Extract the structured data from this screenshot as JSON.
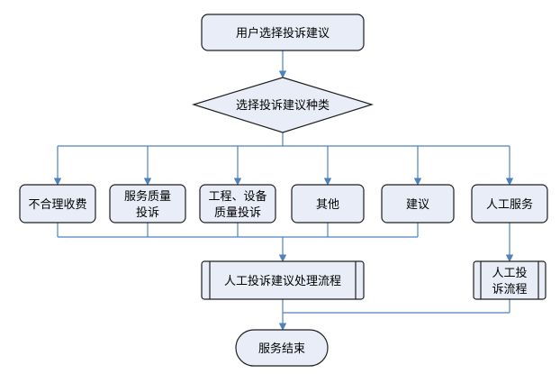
{
  "colors": {
    "node_fill": "#e8edf7",
    "node_stroke": "#1f1f1f",
    "connector": "#4f81bd"
  },
  "nodes": {
    "start": {
      "label": "用户选择投诉建议"
    },
    "decision": {
      "label": "选择投诉建议种类"
    },
    "options": [
      {
        "lines": [
          "不合理收费"
        ]
      },
      {
        "lines": [
          "服务质量",
          "投诉"
        ]
      },
      {
        "lines": [
          "工程、设备",
          "质量投诉"
        ]
      },
      {
        "lines": [
          "其他"
        ]
      },
      {
        "lines": [
          "建议"
        ]
      },
      {
        "lines": [
          "人工服务"
        ]
      }
    ],
    "process_main": {
      "label": "人工投诉建议处理流程"
    },
    "process_manual": {
      "lines": [
        "人工投",
        "诉流程"
      ]
    },
    "end": {
      "label": "服务结束"
    }
  }
}
